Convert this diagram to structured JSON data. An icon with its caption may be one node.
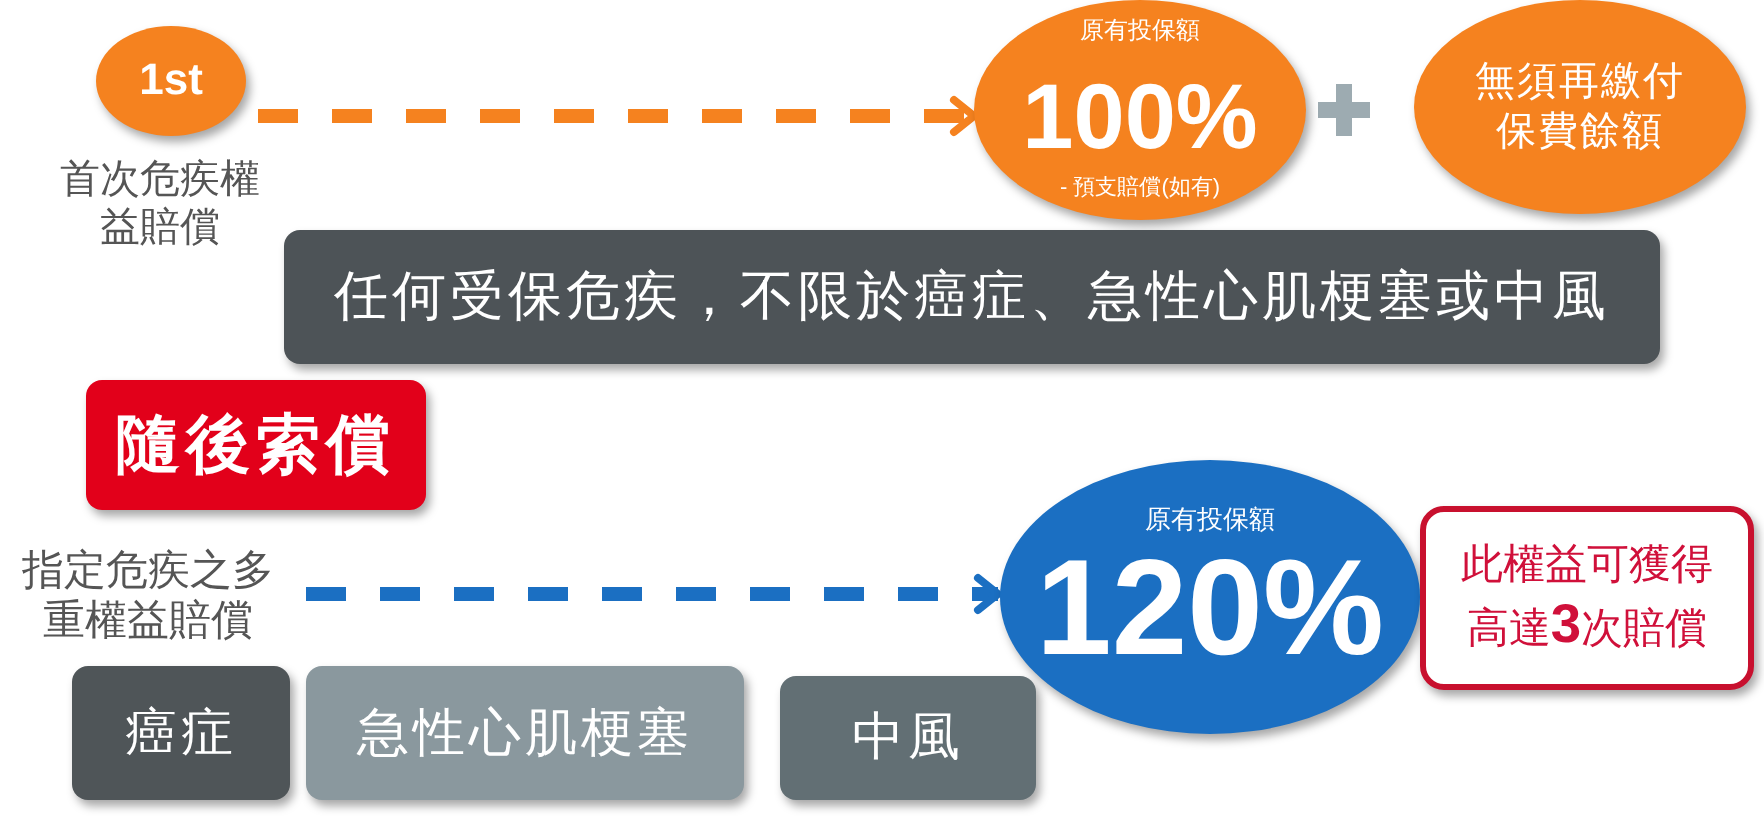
{
  "diagram": {
    "nodes": [
      {
        "text": [
          "1st"
        ],
        "beside": [
          "首次危疾權益賠償"
        ]
      },
      {
        "text": [
          "原有投保額",
          "100%",
          "- 預支賠償(如有)"
        ]
      },
      {
        "text": [
          "無須再繳付保費餘額"
        ]
      },
      {
        "text": [
          "任何受保危疾，不限於癌症、急性心肌梗塞或中風"
        ]
      },
      {
        "text": [
          "隨後索償"
        ]
      },
      {
        "text": [
          "指定危疾之多重權益賠償"
        ]
      },
      {
        "text": [
          "原有投保額",
          "120%"
        ]
      },
      {
        "text": [
          "此權益可獲得高達**3**次賠償"
        ]
      },
      {
        "text": [
          "癌症"
        ]
      },
      {
        "text": [
          "急性心肌梗塞"
        ]
      },
      {
        "text": [
          "中風"
        ]
      }
    ],
    "edges": [
      {
        "from": 0,
        "to": 1,
        "arrow": "to",
        "style": "dashed",
        "color": "#f5821f"
      },
      {
        "from": 5,
        "to": 6,
        "arrow": "to",
        "style": "dashed",
        "color": "#1b6fc2"
      }
    ]
  }
}
